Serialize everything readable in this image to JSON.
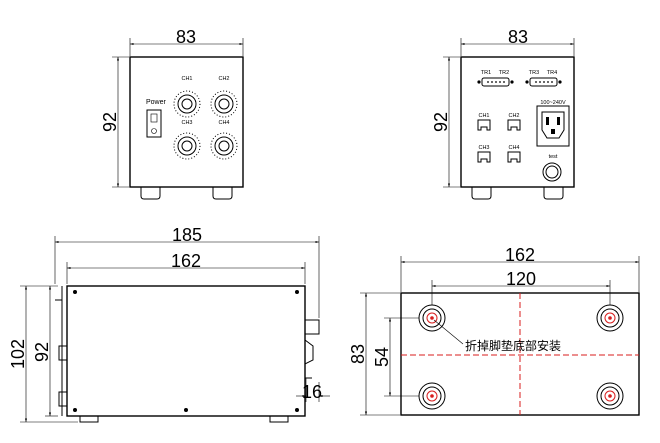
{
  "front_view": {
    "width_dim": "83",
    "height_dim": "92",
    "power_label": "Power",
    "knob_labels": [
      "CH1",
      "CH2",
      "CH3",
      "CH4"
    ]
  },
  "rear_view": {
    "width_dim": "83",
    "height_dim": "92",
    "connector_labels": [
      "TR1",
      "TR2",
      "TR3",
      "TR4"
    ],
    "voltage_label": "100~240V",
    "channel_labels": [
      "CH1",
      "CH2",
      "CH3",
      "CH4"
    ],
    "test_label": "test"
  },
  "side_view": {
    "total_width_dim": "185",
    "body_width_dim": "162",
    "total_height_dim": "102",
    "body_height_dim": "92",
    "foot_dim": "16"
  },
  "bottom_view": {
    "width_dim": "162",
    "hole_spacing_x_dim": "120",
    "height_dim": "83",
    "hole_spacing_y_dim": "54",
    "annotation": "折掉脚垫底部安装"
  }
}
